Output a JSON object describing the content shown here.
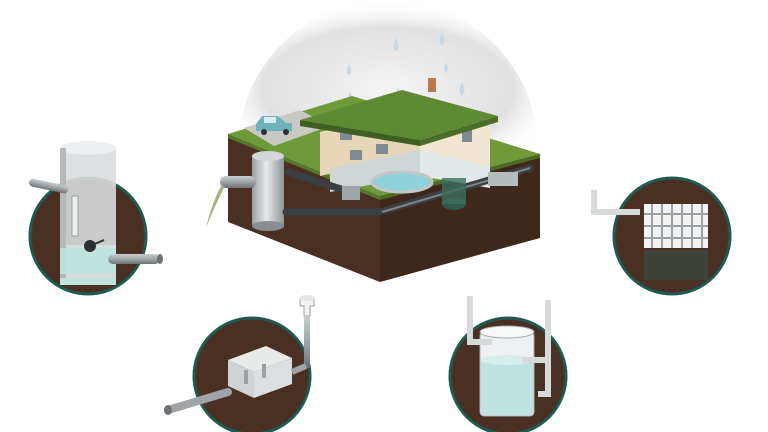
{
  "diagram": {
    "components": [
      {
        "id": "house-cutaway",
        "icon": "house-with-drainage-icon"
      },
      {
        "id": "pump-well-detail",
        "icon": "pump-well-icon"
      },
      {
        "id": "infiltration-crate-detail",
        "icon": "infiltration-crate-icon"
      },
      {
        "id": "toilet-separator-detail",
        "icon": "toilet-separator-icon"
      },
      {
        "id": "storage-tank-detail",
        "icon": "storage-tank-icon"
      }
    ],
    "colors": {
      "soil": "#4a3022",
      "soil_dark": "#3a2418",
      "grass": "#6f9a3a",
      "roof": "#5f8a34",
      "water": "#bfe3de",
      "ring": "#1f5a52",
      "rain": "#c7d9e6",
      "pipe": "#3a3f44"
    }
  }
}
